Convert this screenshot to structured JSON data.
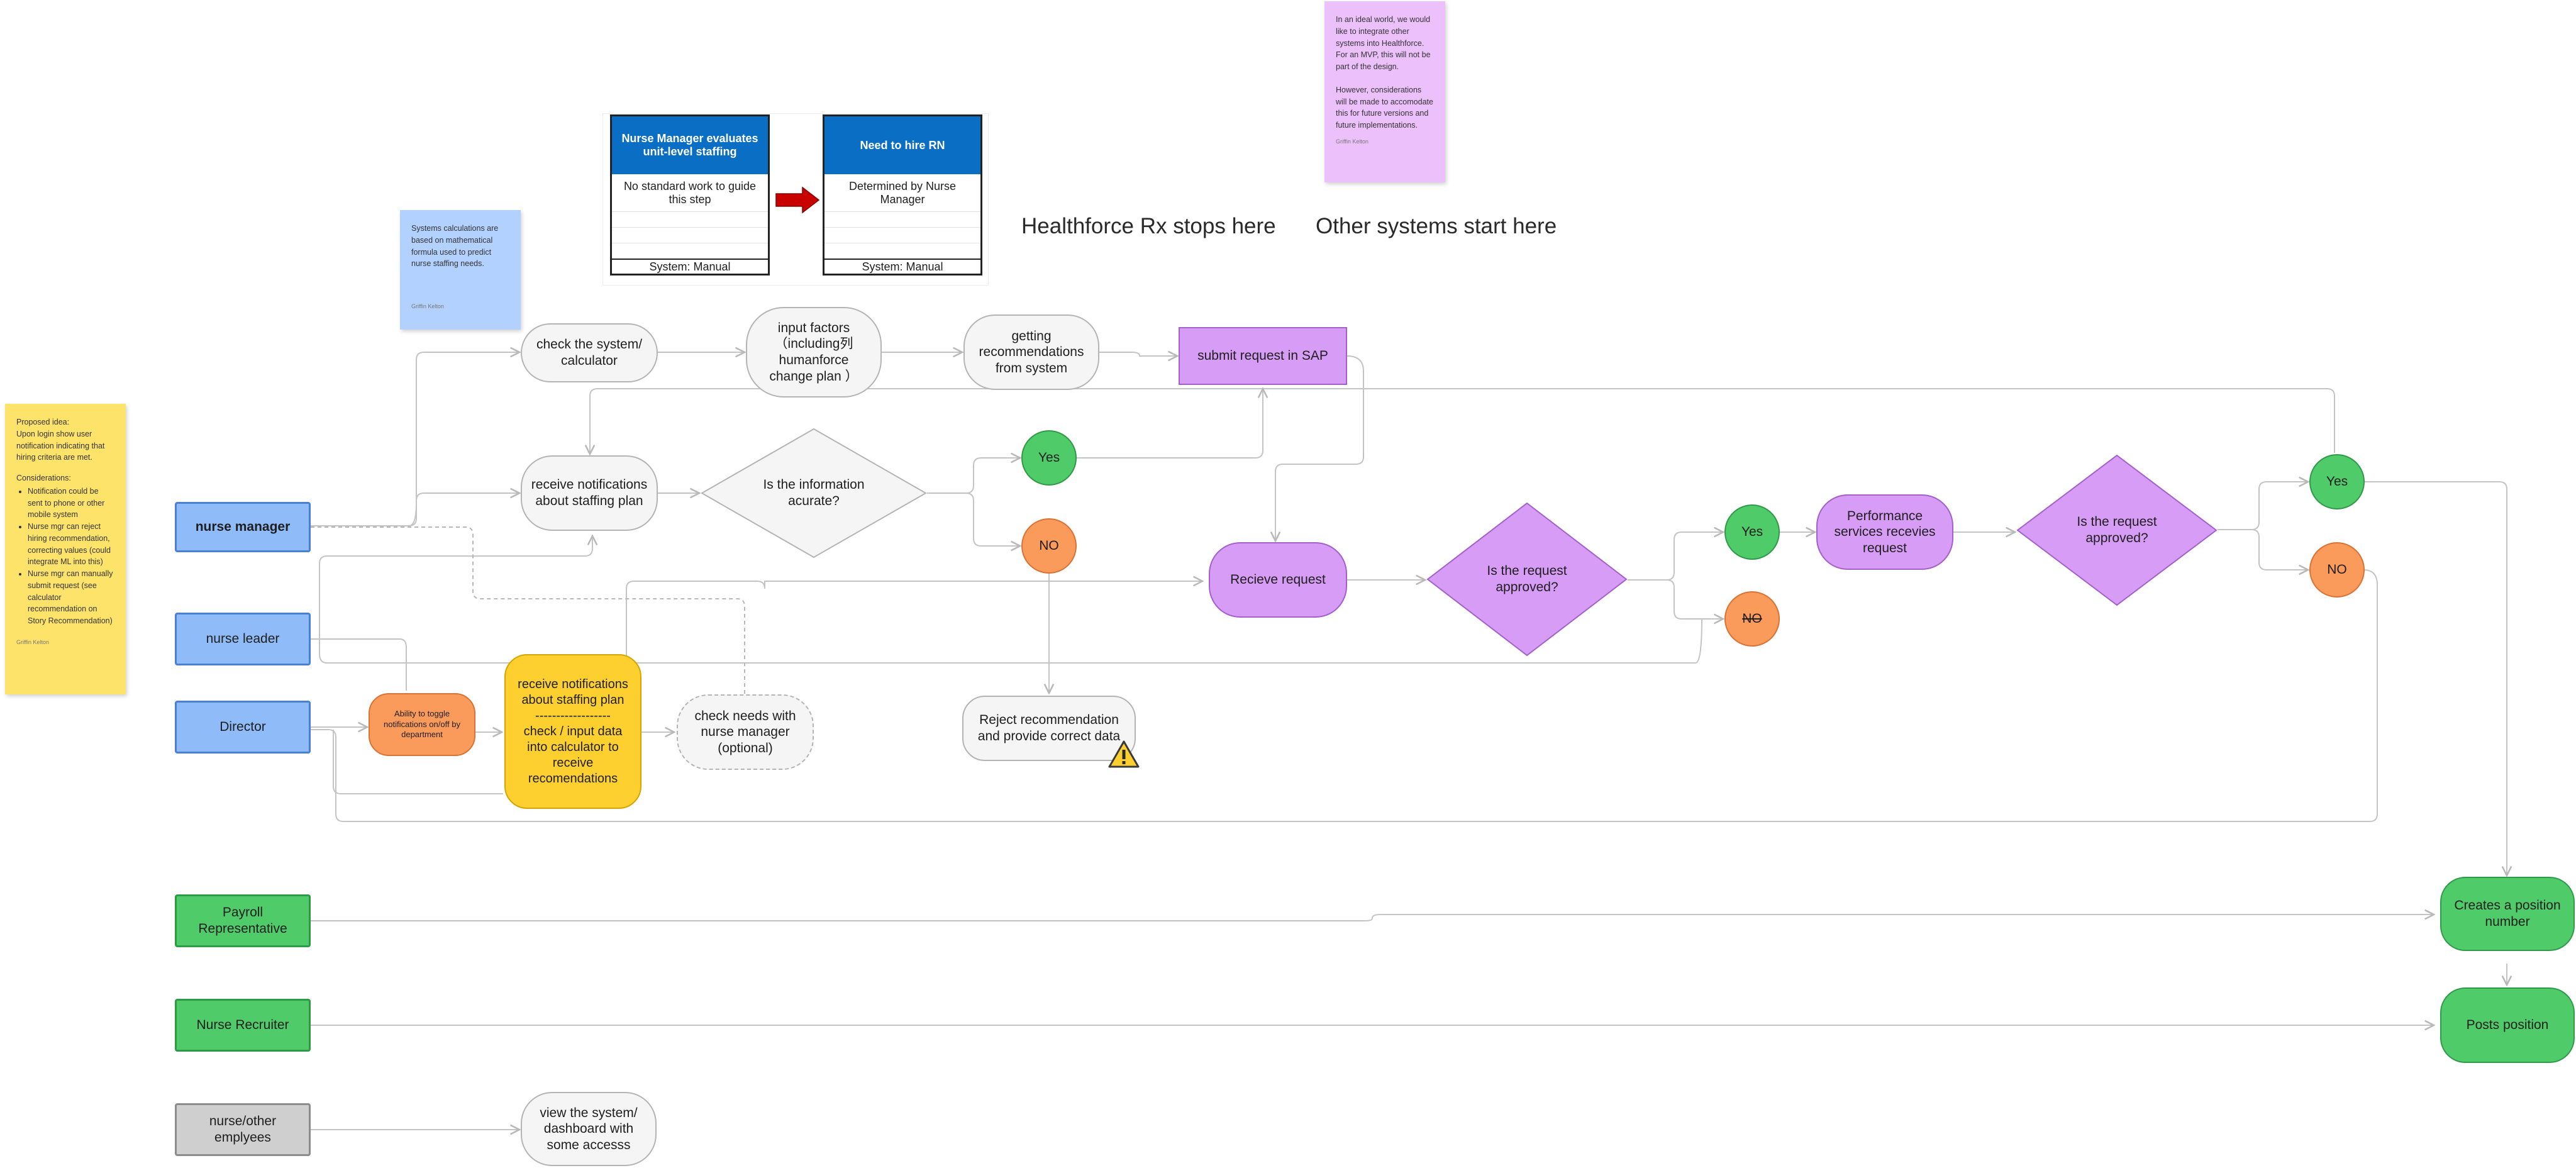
{
  "colors": {
    "lane_blue": "#8fbcf9",
    "lane_green": "#4fcb6a",
    "lane_grey": "#cfcfcf",
    "purple": "#d79cf5",
    "orange": "#fa9a5b",
    "yellow": "#fdd02f",
    "header_blue": "#0a6fc4",
    "arrow_red": "#c80000",
    "sticky_yellow": "#fee36b",
    "sticky_blue": "#b3d1fe",
    "sticky_purple": "#ecc1fb"
  },
  "headings": {
    "stops": "Healthforce Rx stops here",
    "starts": "Other systems start here"
  },
  "cards": {
    "left": {
      "header": "Nurse Manager evaluates unit-level staffing",
      "body": "No standard work to guide this step",
      "footer": "System: Manual"
    },
    "right": {
      "header": "Need to hire RN",
      "body": "Determined by Nurse Manager",
      "footer": "System: Manual"
    }
  },
  "stickies": {
    "left": {
      "intro_1": "Proposed idea:",
      "intro_2": "Upon login show user notification indicating that hiring criteria are met.",
      "considerations": "Considerations:",
      "bullets": [
        "Notification could be sent to phone or other mobile system",
        "Nurse mgr can reject hiring recommendation, correcting values (could integrate ML into this)",
        "Nurse mgr can manually submit request (see calculator recommendation on Story Recommendation)"
      ],
      "author": "Griffin Kelton"
    },
    "blue": {
      "text": "Systems calculations are based on mathematical formula used to predict nurse staffing needs.",
      "author": "Griffin Kelton"
    },
    "purple": {
      "p1": "In an ideal world, we would like to integrate other systems into Healthforce. For an MVP, this will not be part of the design.",
      "p2": "However, considerations will be made to accomodate this for future versions and future implementations.",
      "author": "Griffin Kelton"
    }
  },
  "lanes": {
    "nurse_manager": "nurse manager",
    "nurse_leader": "nurse leader",
    "director": "Director",
    "payroll": "Payroll Representative",
    "recruiter": "Nurse Recruiter",
    "other": "nurse/other emplyees"
  },
  "nodes": {
    "check_system": "check the system/ calculator",
    "input_factors": "input factors （including列 humanforce change plan ）",
    "getting_recs": "getting recommendations from system",
    "submit_sap": "submit request in SAP",
    "receive_notif": "receive notifications about staffing plan",
    "info_accurate": "Is the information acurate?",
    "yes_1": "Yes",
    "no_1": "NO",
    "receive_request": "Recieve request",
    "request_approved_1": "Is the request approved?",
    "yes_2": "Yes",
    "no_2": "NO",
    "perf_services": "Performance services recevies request",
    "request_approved_2": "Is the request approved?",
    "yes_3": "Yes",
    "no_3": "NO",
    "toggle": "Ability to toggle notifications on/off by department",
    "yellow_top": "receive notifications about staffing plan",
    "yellow_sep": "------------------",
    "yellow_bottom": "check / input data into calculator to receive recomendations",
    "check_needs": "check needs with nurse manager (optional)",
    "reject_rec": "Reject recommendation and provide correct data",
    "create_position": "Creates a position number",
    "post_position": "Posts position",
    "view_system": "view the system/ dashboard with some accesss"
  }
}
